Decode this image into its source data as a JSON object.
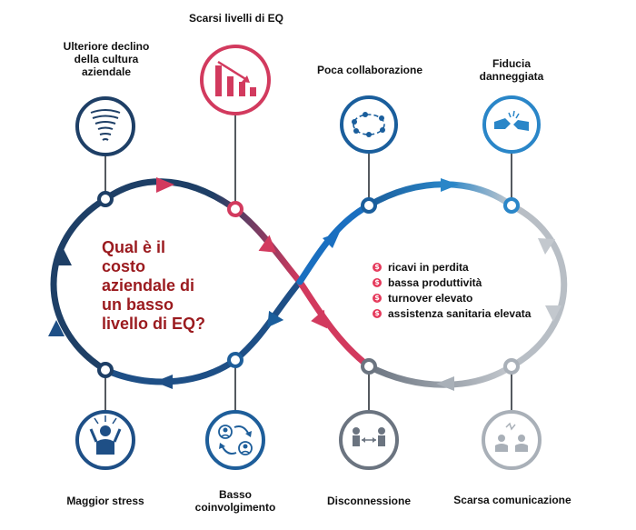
{
  "title_question": [
    "Qual è il",
    "costo",
    "aziendale di",
    "un basso",
    "livello di EQ?"
  ],
  "top_nodes": [
    {
      "label": [
        "Ulteriore declino",
        "della cultura",
        "aziendale"
      ],
      "icon": "tornado-icon",
      "color": "#1e3f66"
    },
    {
      "label": [
        "Scarsi livelli di EQ"
      ],
      "icon": "declining-bar-chart-icon",
      "color": "#d23a5e"
    },
    {
      "label": [
        "Poca collaborazione"
      ],
      "icon": "collaboration-cycle-icon",
      "color": "#1a5e9c"
    },
    {
      "label": [
        "Fiducia",
        "danneggiata"
      ],
      "icon": "broken-handshake-icon",
      "color": "#2a86c8"
    }
  ],
  "bottom_nodes": [
    {
      "label": [
        "Maggior stress"
      ],
      "icon": "stressed-person-icon",
      "color": "#1e4f86"
    },
    {
      "label": [
        "Basso",
        "coinvolgimento"
      ],
      "icon": "people-exchange-icon",
      "color": "#1e5e9a"
    },
    {
      "label": [
        "Disconnessione"
      ],
      "icon": "disconnected-people-icon",
      "color": "#6b7480"
    },
    {
      "label": [
        "Scarsa comunicazione"
      ],
      "icon": "arguing-people-icon",
      "color": "#a9b0b8"
    }
  ],
  "costs": [
    "ricavi in perdita",
    "bassa produttività",
    "turnover elevato",
    "assistenza sanitaria elevata"
  ],
  "cost_bullet": "$",
  "colors": {
    "red": "#d23a5e",
    "navy": "#1e3f66",
    "blue": "#1a6fc0",
    "lightblue": "#2a86c8",
    "gray": "#6b7480",
    "lightgray": "#a9b0b8",
    "text_red": "#9b1b1f"
  }
}
